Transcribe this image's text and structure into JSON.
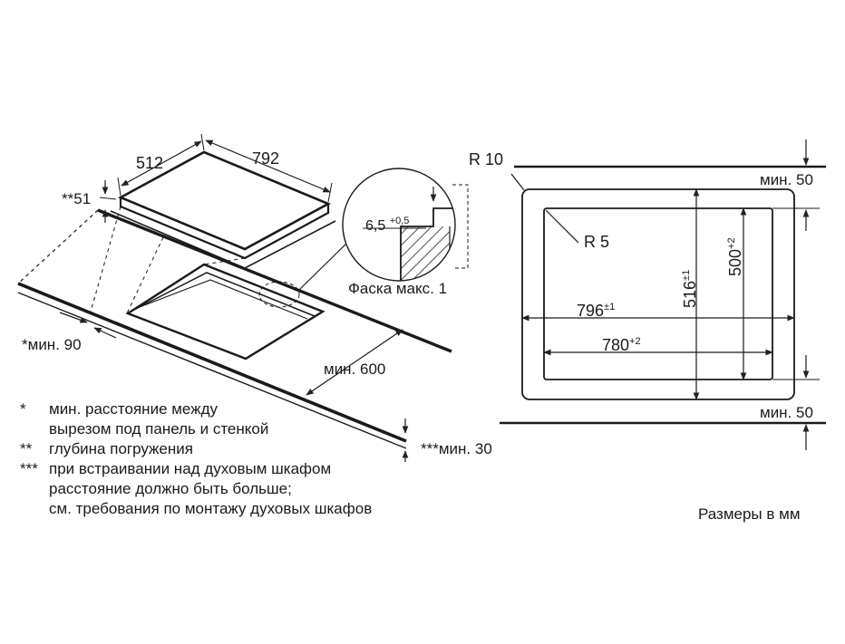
{
  "hob": {
    "width": "792",
    "depth": "512",
    "immersion": "51",
    "immersion_marks": "**",
    "wall_gap_marks": "*",
    "wall_gap": "мин. 90",
    "front_gap": "мин. 600",
    "below_gap_marks": "***",
    "below_gap": "мин. 30"
  },
  "detail": {
    "bevel_value": "6,5",
    "bevel_tol": "+0,5",
    "bevel_caption": "Фаска макс. 1"
  },
  "plan": {
    "outer_radius": "R 10",
    "inner_radius": "R 5",
    "top_gap": "мин. 50",
    "bottom_gap": "мин. 50",
    "outer_width": "796",
    "outer_width_tol": "±1",
    "inner_width": "780",
    "inner_width_tol": "+2",
    "outer_depth": "516",
    "outer_depth_tol": "±1",
    "inner_depth": "500",
    "inner_depth_tol": "+2"
  },
  "notes": [
    {
      "mark": "*",
      "text": "мин. расстояние между"
    },
    {
      "mark": "",
      "text": "вырезом под панель и стенкой"
    },
    {
      "mark": "**",
      "text": "глубина погружения"
    },
    {
      "mark": "***",
      "text": "при встраивании над духовым шкафом"
    },
    {
      "mark": "",
      "text": "расстояние должно быть больше;"
    },
    {
      "mark": "",
      "text": "см. требования по монтажу духовых шкафов"
    }
  ],
  "units_caption": "Размеры в мм"
}
